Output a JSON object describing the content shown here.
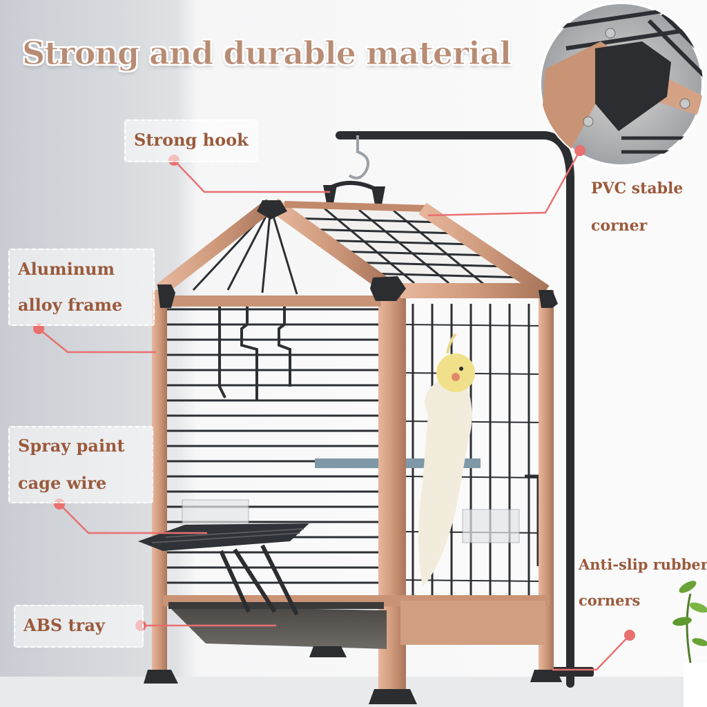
{
  "headline": "Strong and durable material",
  "callouts": {
    "strong_hook": "Strong hook",
    "frame_line1": "Aluminum",
    "frame_line2": "alloy frame",
    "wire_line1": "Spray paint",
    "wire_line2": "cage wire",
    "tray": "ABS tray",
    "pvc_line1": "PVC stable",
    "pvc_line2": "corner",
    "anti_line1": "Anti-slip rubber",
    "anti_line2": "corners"
  },
  "colors": {
    "title_fill": "#b88b73",
    "label_text": "#9a5a3c",
    "leader_line": "#e87070",
    "frame_copper": "#cf9a7c",
    "wire": "#2c2f33"
  },
  "icons": [
    "hook-icon",
    "bird-image",
    "plant-image",
    "corner-zoom-image"
  ]
}
